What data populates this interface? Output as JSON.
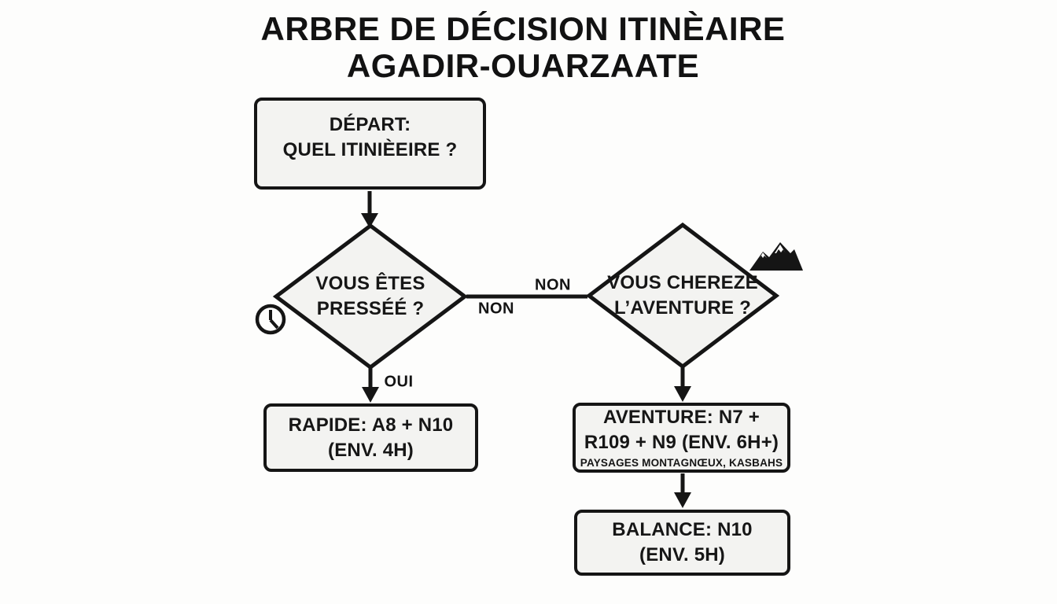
{
  "title": {
    "line1": "ARBRE DE DÉCISION ITINÈAIRE",
    "line2": "AGADIR-OUARZAATE"
  },
  "nodes": {
    "start": {
      "line1": "DÉPART:",
      "line2": "QUEL ITINIÈEIRE ?"
    },
    "pressed": {
      "line1": "VOUS ÊTES",
      "line2": "PRESSÉÉ ?"
    },
    "adventure": {
      "line1": "VOUS CHEREZE",
      "line2": "L’AVENTURE ?"
    },
    "rapide": {
      "line1": "RAPIDE: A8 + N10",
      "line2": "(ENV. 4H)"
    },
    "aventure": {
      "line1": "AVENTURE: N7 +",
      "line2": "R109 + N9 (ENV. 6H+)",
      "line3": "PAYSAGES MONTAGNŒUX, KASBAHS"
    },
    "balance": {
      "line1": "BALANCE: N10",
      "line2": "(ENV. 5H)"
    }
  },
  "edge_labels": {
    "oui": "OUI",
    "non_upper": "NON",
    "non_lower": "NON"
  },
  "icons": {
    "clock": "clock-icon",
    "mountain": "mountain-icon"
  },
  "colors": {
    "background": "#fdfdfc",
    "node_fill": "#f3f3f1",
    "stroke": "#151515",
    "text": "#161616"
  }
}
